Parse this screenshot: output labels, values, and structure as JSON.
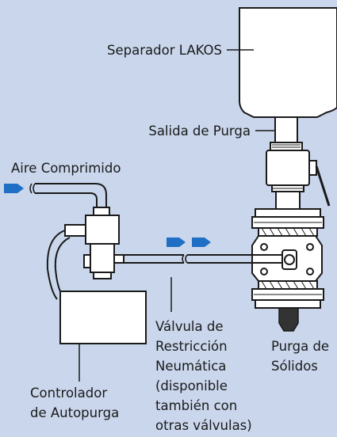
{
  "labels": {
    "separador": "Separador LAKOS",
    "salida": "Salida de Purga",
    "aire": "Aire Comprimido",
    "valvula": [
      "Válvula de",
      "Restricción",
      "Neumática",
      "(disponible",
      "también con",
      "otras válvulas)"
    ],
    "purga": [
      "Purga de",
      "Sólidos"
    ],
    "controlador": [
      "Controlador",
      "de Autopurga"
    ]
  },
  "colors": {
    "background": "#c9d6ec",
    "arrow": "#1f6fc4",
    "line": "#1a1a1a",
    "fill": "#ffffff"
  }
}
